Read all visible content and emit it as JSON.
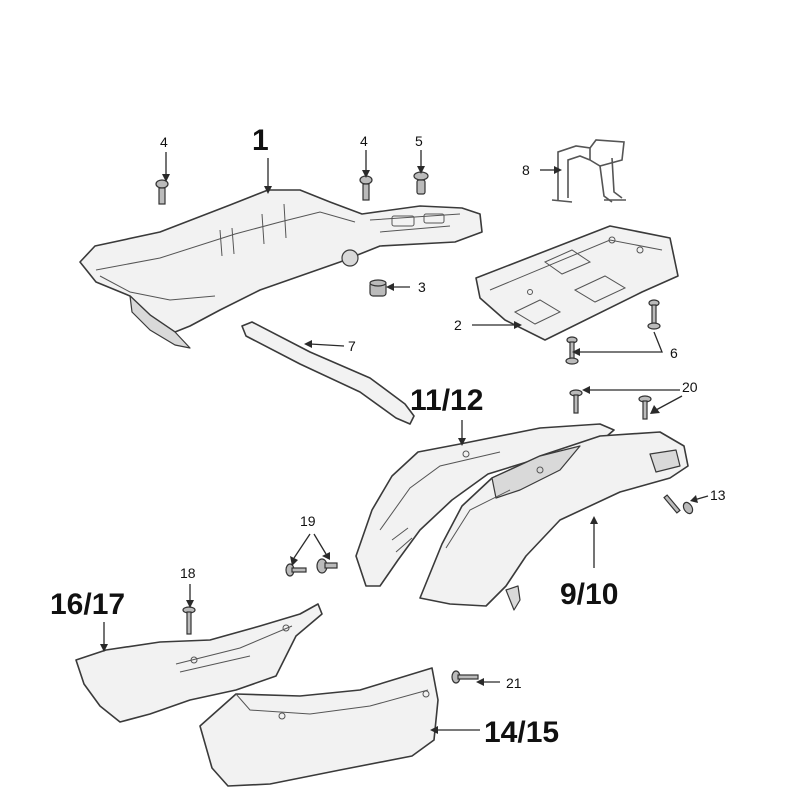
{
  "labels": {
    "l1": "1",
    "l2": "2",
    "l3": "3",
    "l4a": "4",
    "l4b": "4",
    "l5": "5",
    "l6": "6",
    "l7": "7",
    "l8": "8",
    "l9_10": "9/10",
    "l11_12": "11/12",
    "l13": "13",
    "l14_15": "14/15",
    "l16_17": "16/17",
    "l18": "18",
    "l19": "19",
    "l20": "20",
    "l21": "21"
  }
}
